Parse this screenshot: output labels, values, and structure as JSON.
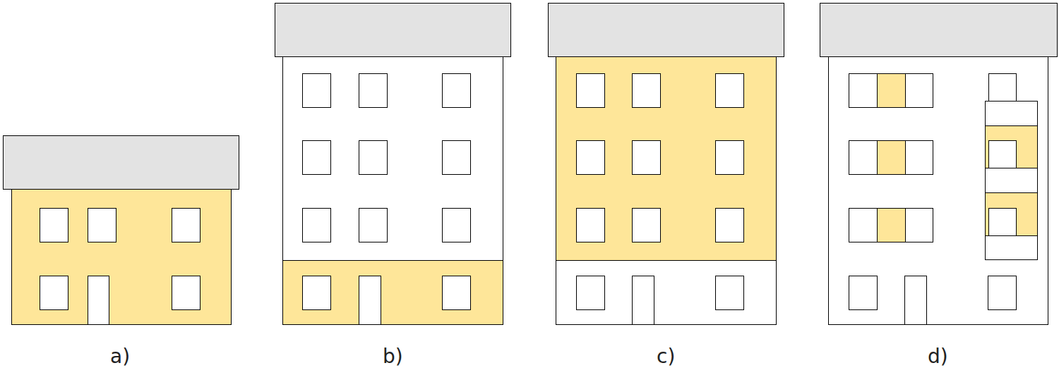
{
  "diagram": {
    "labels": [
      "a)",
      "b)",
      "c)",
      "d)"
    ]
  }
}
